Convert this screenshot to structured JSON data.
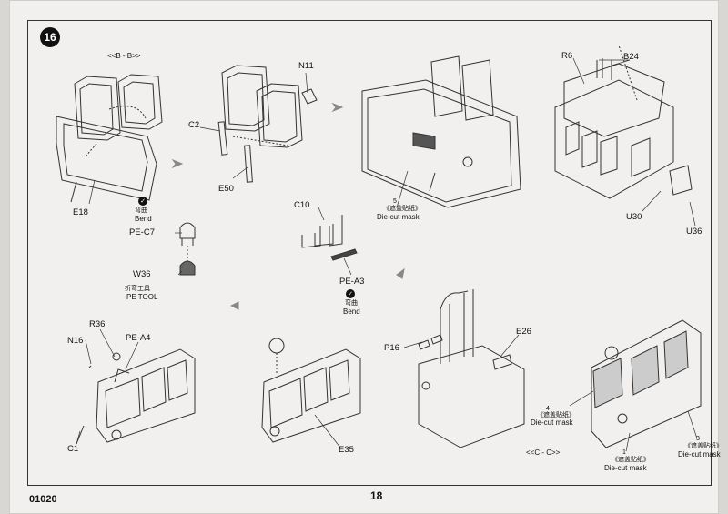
{
  "step_number": "16",
  "section_bb": "<<B - B>>",
  "section_cc": "<<C - C>>",
  "parts": {
    "n11": "N11",
    "c2": "C2",
    "e50": "E50",
    "e18": "E18",
    "r6": "R6",
    "b24": "B24",
    "u30": "U30",
    "u36": "U36",
    "pe_c7": "PE-C7",
    "w36": "W36",
    "c10": "C10",
    "pe_a3": "PE-A3",
    "r36": "R36",
    "n16": "N16",
    "pe_a4": "PE-A4",
    "c1": "C1",
    "e35": "E35",
    "p16": "P16",
    "e26": "E26"
  },
  "callouts": {
    "bend_cn_1": "弯曲",
    "bend_en_1": "Bend",
    "bend_cn_2": "弯曲",
    "bend_en_2": "Bend",
    "tool_cn": "折弯工具",
    "tool_en": "PE   TOOL",
    "mask5_num": "5",
    "mask5_cn": "《遮盖贴纸》",
    "mask5_en": "Die-cut mask",
    "mask4_num": "4",
    "mask4_cn": "《遮盖贴纸》",
    "mask4_en": "Die-cut mask",
    "mask1_num": "1",
    "mask1_cn": "《遮盖贴纸》",
    "mask1_en": "Die-cut mask",
    "mask3_num": "3",
    "mask3_cn": "《遮盖贴纸》",
    "mask3_en": "Die-cut mask"
  },
  "footer": {
    "product_code": "01020",
    "page_number": "18"
  }
}
